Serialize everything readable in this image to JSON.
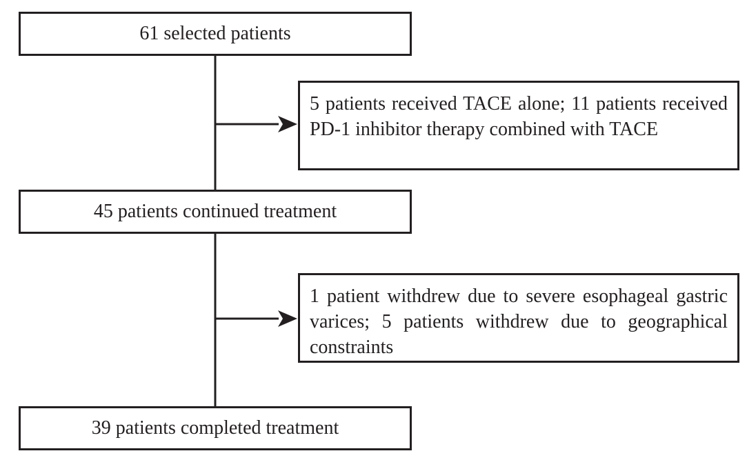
{
  "flowchart": {
    "start": {
      "text": "61 selected patients"
    },
    "exclusion_1": {
      "text": "5 patients received TACE alone; 11 patients received PD-1 inhibitor therapy combined with TACE"
    },
    "continued": {
      "text": "45 patients continued treatment"
    },
    "exclusion_2": {
      "text": "1 patient withdrew due to severe esophageal gastric varices; 5 patients withdrew due to geographical constraints"
    },
    "completed": {
      "text": "39 patients completed treatment"
    }
  }
}
